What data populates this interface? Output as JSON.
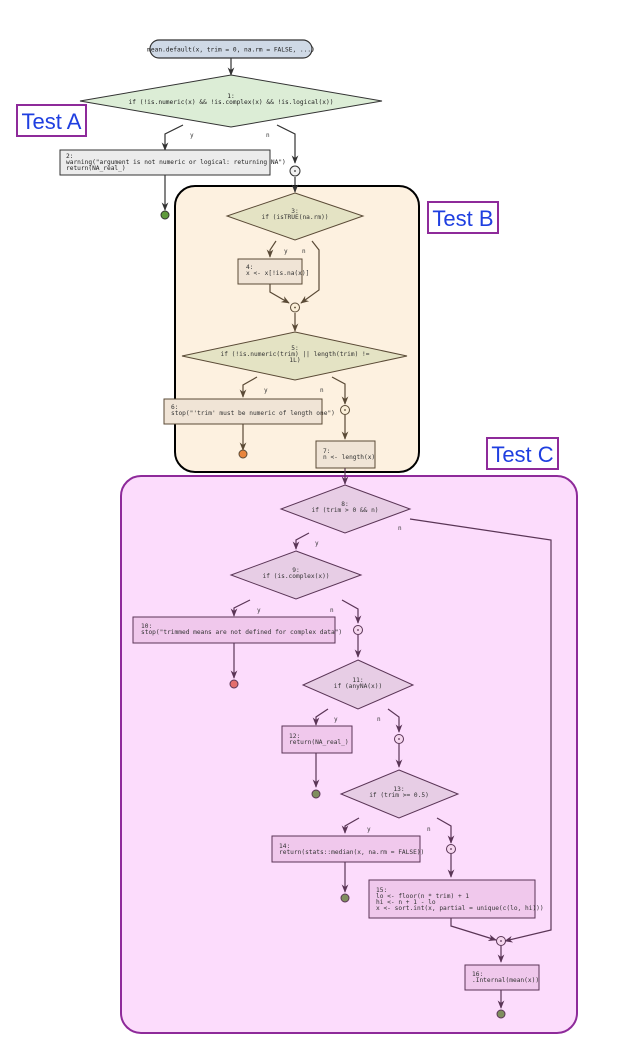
{
  "title": "mean.default(x, trim = 0, na.rm = FALSE, ...)",
  "groups": {
    "test_a": {
      "label": "Test A"
    },
    "test_b": {
      "label": "Test B",
      "fill": "#fdf1e0",
      "border": "#000000"
    },
    "test_c": {
      "label": "Test C",
      "fill": "#fcdcfc",
      "border": "#8e2a9a"
    }
  },
  "branch_labels": {
    "yes": "y",
    "no": "n"
  },
  "colors": {
    "test_label_text": "#1f3fe0",
    "test_label_border": "#8e2a9a",
    "start_fill": "#cfd9e6",
    "decision_a_fill": "#dcedd6",
    "process_a_fill": "#ececec",
    "decision_b_fill": "#e4e3c4",
    "process_b_fill": "#f0e4d6",
    "decision_c_fill": "#e7cde5",
    "process_c_fill": "#f0c8ec",
    "end_ok": "#5f9a3c",
    "end_stop_b": "#e8853c",
    "end_stop_c": "#e36e6e",
    "end_return_c": "#7f8e5e"
  },
  "nodes": {
    "n1": {
      "id": "1:",
      "lines": [
        "if (!is.numeric(x) && !is.complex(x) && !is.logical(x))"
      ]
    },
    "n2": {
      "id": "2:",
      "lines": [
        "warning(\"argument is not numeric or logical: returning NA\")",
        "return(NA_real_)"
      ]
    },
    "n3": {
      "id": "3:",
      "lines": [
        "if (isTRUE(na.rm))"
      ]
    },
    "n4": {
      "id": "4:",
      "lines": [
        "x <- x[!is.na(x)]"
      ]
    },
    "n5": {
      "id": "5:",
      "lines": [
        "if (!is.numeric(trim) || length(trim) !=",
        "1L)"
      ]
    },
    "n6": {
      "id": "6:",
      "lines": [
        "stop(\"'trim' must be numeric of length one\")"
      ]
    },
    "n7": {
      "id": "7:",
      "lines": [
        "n <- length(x)"
      ]
    },
    "n8": {
      "id": "8:",
      "lines": [
        "if (trim > 0 && n)"
      ]
    },
    "n9": {
      "id": "9:",
      "lines": [
        "if (is.complex(x))"
      ]
    },
    "n10": {
      "id": "10:",
      "lines": [
        "stop(\"trimmed means are not defined for complex data\")"
      ]
    },
    "n11": {
      "id": "11:",
      "lines": [
        "if (anyNA(x))"
      ]
    },
    "n12": {
      "id": "12:",
      "lines": [
        "return(NA_real_)"
      ]
    },
    "n13": {
      "id": "13:",
      "lines": [
        "if (trim >= 0.5)"
      ]
    },
    "n14": {
      "id": "14:",
      "lines": [
        "return(stats::median(x, na.rm = FALSE))"
      ]
    },
    "n15": {
      "id": "15:",
      "lines": [
        "lo <- floor(n * trim) + 1",
        "hi <- n + 1 - lo",
        "x <- sort.int(x, partial = unique(c(lo, hi)))"
      ]
    },
    "n16": {
      "id": "16:",
      "lines": [
        ".Internal(mean(x))"
      ]
    }
  }
}
